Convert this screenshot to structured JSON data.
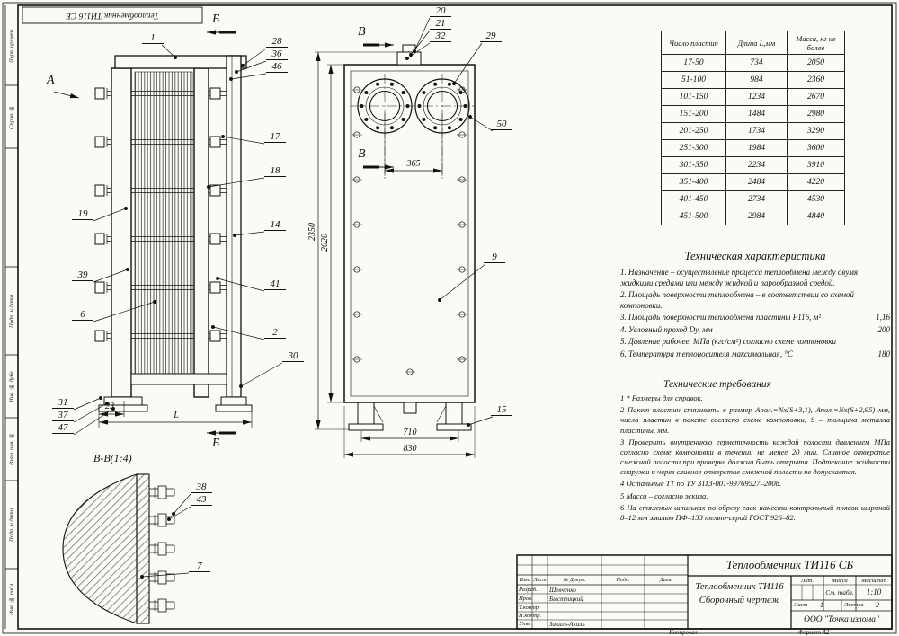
{
  "stamps": {
    "top_rotated": "Теплообменник ТИ116 СБ",
    "left_column": [
      "Перв. примен.",
      "Справ. №",
      "Подп. и дата",
      "Инв. № дубл.",
      "Взам. инв. №",
      "Подп. и дата",
      "Инв. № подл."
    ],
    "copied": "Копировал",
    "format": "Формат   А2"
  },
  "views": {
    "a": "А",
    "b": "Б",
    "v": "В",
    "section": "В-В(1:4)"
  },
  "callouts": {
    "c1": "1",
    "c2": "2",
    "c6": "6",
    "c7": "7",
    "c9": "9",
    "c14": "14",
    "c15": "15",
    "c17": "17",
    "c18": "18",
    "c19": "19",
    "c20": "20",
    "c21": "21",
    "c23": "23",
    "c28": "28",
    "c29": "29",
    "c30": "30",
    "c31": "31",
    "c32": "32",
    "c36": "36",
    "c37": "37",
    "c38": "38",
    "c39": "39",
    "c41": "41",
    "c43": "43",
    "c46": "46",
    "c47": "47",
    "c50": "50"
  },
  "dims": {
    "d2350": "2350",
    "d2020": "2020",
    "d365": "365",
    "d710": "710",
    "d830": "830",
    "dL": "L",
    "d23": "23"
  },
  "table": {
    "headers": [
      "Число пластин",
      "Длина L,мм",
      "Масса, кг не более"
    ],
    "rows": [
      [
        "17-50",
        "734",
        "2050"
      ],
      [
        "51-100",
        "984",
        "2360"
      ],
      [
        "101-150",
        "1234",
        "2670"
      ],
      [
        "151-200",
        "1484",
        "2980"
      ],
      [
        "201-250",
        "1734",
        "3290"
      ],
      [
        "251-300",
        "1984",
        "3600"
      ],
      [
        "301-350",
        "2234",
        "3910"
      ],
      [
        "351-400",
        "2484",
        "4220"
      ],
      [
        "401-450",
        "2734",
        "4530"
      ],
      [
        "451-500",
        "2984",
        "4840"
      ]
    ]
  },
  "tech_characteristics": {
    "title": "Техническая характеристика",
    "items": [
      {
        "text": "1. Назначение – осуществление процесса теплообмена между двумя жидкими средами или между жидкой и парообразной средой.",
        "value": ""
      },
      {
        "text": "2. Площадь поверхности теплообмена – в соответствии со схемой компоновки.",
        "value": ""
      },
      {
        "text": "3. Площадь поверхности теплообмена пластины Р116, м²",
        "value": "1,16"
      },
      {
        "text": "4. Условный проход Dy, мм",
        "value": "200"
      },
      {
        "text": "5. Давление рабочее,  МПа (кгс/см²)   согласно схеме компоновки",
        "value": ""
      },
      {
        "text": "6. Температура теплоносителя максимальная, °С",
        "value": "180"
      }
    ]
  },
  "tech_requirements": {
    "title": "Технические требования",
    "items": [
      "1 * Размеры для справок.",
      "2 Пакет пластин стягивать в размер Апол.=Nх(S+3,1),  Апол.=Nх(S+2,95) мм, числа пластин в пакете согласно схеме компоновки, S – толщина металла пластины, мм.",
      "3 Проверить внутреннюю герметичность каждой полости давлением МПа согласно схеме компоновки в течении не менее 20 мин. Сливное отверстие смежной полости при проверке должна быть открыта. Подтекание жидкости снаружи и через сливное отверстие смежной полости не допускается.",
      "4 Остальные ТТ по ТУ 3113-001-99769527–2008.",
      "5 Масса – согласно эскиза.",
      "6 На стяжных шпильках по обрезу гаек нанести контрольный поясок шириной 8–12 мм эмалью ПФ–133 темно-серой ГОСТ 926–82."
    ]
  },
  "title_block": {
    "doc_number": "Теплообменник ТИ116 СБ",
    "product_name": "Теплообменник ТИ116",
    "doc_type": "Сборочный чертеж",
    "company": "ООО \"Точка излома\"",
    "cols": {
      "izm": "Изм.",
      "list": "Лист",
      "ndoc": "№ Докум.",
      "podp": "Подп.",
      "data": "Дата"
    },
    "roles": [
      {
        "role": "Разраб.",
        "name": "Шевченко"
      },
      {
        "role": "Пров.",
        "name": "Быстрицкий"
      },
      {
        "role": "Т.контр.",
        "name": ""
      },
      {
        "role": "Н.контр.",
        "name": ""
      },
      {
        "role": "Утв.",
        "name": "Закиль-Акиль"
      }
    ],
    "lit_label": "Лит.",
    "mass_label": "Масса",
    "scale_label": "Масштаб",
    "mass_value": "См. табл.",
    "scale_value": "1:10",
    "sheet_label": "Лист",
    "sheet_value": "1",
    "sheets_label": "Листов",
    "sheets_value": "2"
  }
}
